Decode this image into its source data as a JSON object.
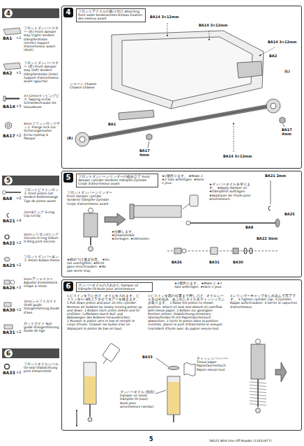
{
  "diagram": {
    "nodes": [
      {
        "text": [
          "4"
        ]
      },
      {
        "text": [
          "4",
          "フロントアクスルの取り付け Attaching front axles Vorderachsen-Einbau Fixation des essieux avant"
        ]
      },
      {
        "text": [
          "5"
        ]
      },
      {
        "text": [
          "5",
          "フロントダンパーシリンダーの組み立て Front damper cylinder Vorderer Dämpfer-Zylinder Corps d'amortisseur avant"
        ]
      },
      {
        "text": [
          "6",
          "ダンパーオイルの入れかた Damper oil Dämpfer-Öl Huile pour amortisseurs"
        ]
      },
      {
        "text": [
          "6"
        ]
      }
    ],
    "labels": [
      "BA1",
      "×1",
      "フロントダンパーステー (右) Front damper stay (right) Vordere Dämpferstrebe (rechts) Support d'amortisseur avant (droit)",
      "BA2",
      "×1",
      "フロントダンパーステー (左) Front damper stay (left) Vordere Dämpferstrebe (links) Support d'amortisseur avant (gauche)",
      "3×12mmタッピングビス Tapping screw Schneidschraube Vis taraudeuse",
      "BA14",
      "×3",
      "4mmフランジロックナット Flange lock nut Sicherungsmutter Ecrou nylstop à flasque",
      "BA17",
      "×2",
      "BA8",
      "×2",
      "フロントピストンロッド Front piston rod Vordere Kolbenstange Tige de piston avant",
      "BA21",
      "×4",
      "2mmEリング E-ring Clip Circlip",
      "BA22",
      "×2",
      "3mmシリコンOリング Silicone O-ring Silikon-O-Ring Joint silicone",
      "BA25",
      "×2",
      "フロントダンパーエンド Piston Kolben Piston",
      "BA26",
      "×2",
      "5mmアジャスター Adjuster Einstellstück Chape à rotule",
      "BA30",
      "×2",
      "2mmシャフトガイド Shaft guide Stangenführung Guide d'axe",
      "BA31",
      "×2",
      "ロッドガイド Rod guide Stangenführung Guide de tige",
      "BA33",
      "×2",
      "フロントオイルシール Oil seal Ölabdichtung Joint d'étanchéité",
      "BA14 3×12mm",
      "BA14 3×12mm",
      "BA14 3×12mm",
      "BA2",
      "(L)",
      "シャーシ Chassis Chassis Châssis",
      "BA1",
      "(R)",
      "BA17 4mm",
      "BA17 4mm",
      "BA14 3×12mm",
      "フロントダンパーシリンダー Front damper cylinder Vorderer Dämpfer-Zylinder Corps d'amortisseur avant",
      "★2個作ります。 ★Make 2. ★2 Satz anfertigen. ★Faire 2 jeux.",
      "★ダンパーオイルを塗ります。 ★Apply damper oil. ★Dämpferöl auftragen. ★Appliquer de l'huile pour amortisseurs.",
      "BA21 2mm",
      "★分解します。 ★Disassemble. ★Zerlegen. ★Démonter.",
      "BA8",
      "BA25",
      "BA22 3mm",
      "BA26",
      "BA30",
      "BA31",
      "★締めつけ過ぎ注意。 ★Do not overtighten. ★Nicht ganz einschrauben. ★Ne pas serrer trop.",
      "★2個作ります。 ★Make 2. ★2 Satz anfertigen. ★Faire 2 jeux.",
      "1.ピストンを下にさげ、オイルを入れます。ピストンを5~6回上下させてエアーを抜きます。 1.Pull down piston and pour oil into cylinder. Remove air bubbles by slowly moving piston up and down. 1.Kolben nach unten ziehen und Öl einfüllen. Luftblasen durch Auf- und Abbewegen des Kolbens herausdrücken. 1.Pousser le piston vers le bas et remplir le corps d'huile. Chasser les bulles d'air en déplaçant le piston de bas en haut.",
      "2.ピストンを図の位置まで押し上げ、オイルシールをはめ込み、あふれたオイルをティッシュでふき取ります。 2.Raise the piston to shown position, attach oil seal and absorb oil overflow with tissue paper. 2.Kolben zur gezeigten Position ziehen. Ölabdichtung einsetzen, überlaufendes Öl mit Papiertaschentuch abwischen. 2.Sortir le piston dans la position montrée, placer le joint d'étanchéité et essuyer l'excédent d'huile avec du papier essuie-tout.",
      "3.シリンダーキャップをしめ込んで完了です。 3.Tighten cylinder cap. 3.Zylinder-Kappe aufschrauben. 3.Serrer le capuchon d'amortisseur.",
      "BA33",
      "ティッシュペーパー Tissue paper Papiertaschentuch Papier essuie-tout",
      "ダンパーオイル (別売) Damper oil (sold) Dämpfer-Öl (lose) Huile pour amortisseurs (vendu)",
      "5",
      "58525 Wild One Off-Roader (11052877)"
    ]
  }
}
